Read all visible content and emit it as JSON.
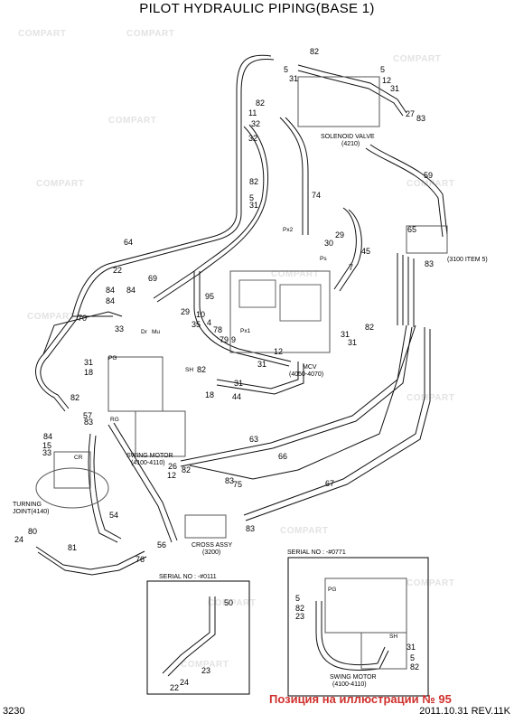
{
  "title": "PILOT HYDRAULIC PIPING(BASE 1)",
  "page_number": "3230",
  "revision": "2011.10.31 REV.11K",
  "note": "Позиция на иллюстрации № 95",
  "watermark_text": "COMPART",
  "captions": {
    "solenoid_valve": "SOLENOID VALVE",
    "solenoid_code": "(4210)",
    "item5": "(3100 ITEM 5)",
    "mcv": "MCV",
    "mcv_code": "(4050-4070)",
    "swing_motor": "SWING MOTOR",
    "swing_motor_code": "(4100-4110)",
    "turning_joint": "TURNING",
    "turning_joint_code": "JOINT(4140)",
    "cross_assy": "CROSS ASSY",
    "cross_assy_code": "(3200)",
    "serial_left": "SERIAL NO : -#0111",
    "serial_right": "SERIAL NO : -#0771",
    "swing_motor_2": "SWING MOTOR",
    "swing_motor_2_code": "(4100-4110)",
    "pg": "PG",
    "sh": "SH",
    "dr": "Dr",
    "mu": "Mu",
    "px1": "Px1",
    "px2": "Px2",
    "ps": "Ps",
    "pg2": "PG",
    "sh2": "SH",
    "rg": "RG",
    "cr": "CR"
  },
  "callouts": [
    "82",
    "5",
    "31",
    "5",
    "12",
    "31",
    "82",
    "11",
    "32",
    "32",
    "27",
    "83",
    "65",
    "59",
    "82",
    "5",
    "31",
    "74",
    "64",
    "29",
    "30",
    "45",
    "7",
    "83",
    "84",
    "69",
    "84",
    "22",
    "84",
    "95",
    "33",
    "70",
    "4",
    "78",
    "79",
    "9",
    "12",
    "10",
    "35",
    "29",
    "31",
    "18",
    "31",
    "18",
    "82",
    "82",
    "31",
    "44",
    "57",
    "83",
    "84",
    "15",
    "33",
    "26",
    "12",
    "82",
    "66",
    "63",
    "83",
    "75",
    "67",
    "83",
    "54",
    "56",
    "76",
    "81",
    "24",
    "80",
    "82",
    "31",
    "31",
    "5",
    "82",
    "23",
    "50",
    "23",
    "24",
    "22",
    "31",
    "5",
    "82"
  ]
}
